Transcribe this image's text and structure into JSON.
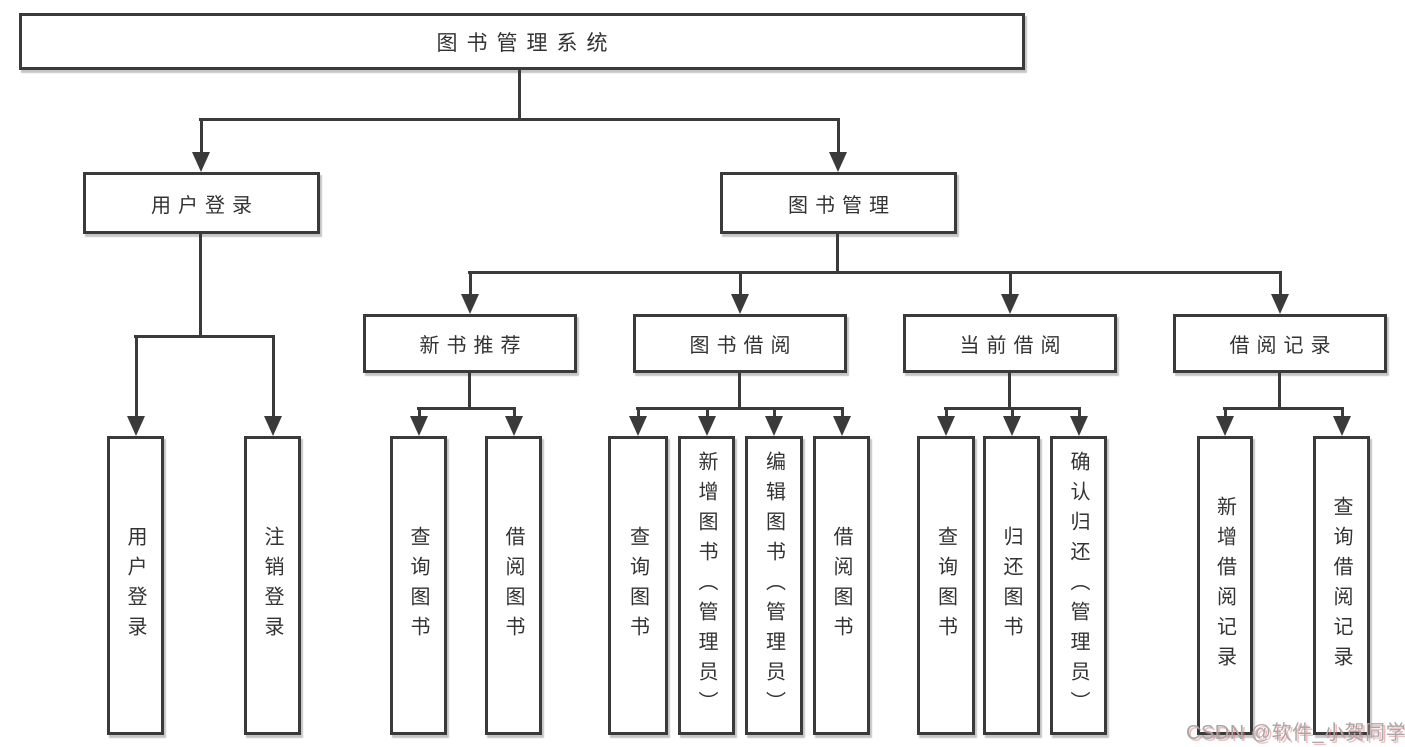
{
  "colors": {
    "line": "#3a3a3a",
    "text": "#333333",
    "bg": "#ffffff",
    "wm": "#a8a8a8"
  },
  "tree": {
    "label": "图书管理系统",
    "children": [
      {
        "label": "用户登录",
        "children": [
          {
            "label": "用户登录"
          },
          {
            "label": "注销登录"
          }
        ]
      },
      {
        "label": "图书管理",
        "children": [
          {
            "label": "新书推荐",
            "children": [
              {
                "label": "查询图书"
              },
              {
                "label": "借阅图书"
              }
            ]
          },
          {
            "label": "图书借阅",
            "children": [
              {
                "label": "查询图书"
              },
              {
                "label": "新增图书（管理员）"
              },
              {
                "label": "编辑图书（管理员）"
              },
              {
                "label": "借阅图书"
              }
            ]
          },
          {
            "label": "当前借阅",
            "children": [
              {
                "label": "查询图书"
              },
              {
                "label": "归还图书"
              },
              {
                "label": "确认归还（管理员）"
              }
            ]
          },
          {
            "label": "借阅记录",
            "children": [
              {
                "label": "新增借阅记录"
              },
              {
                "label": "查询借阅记录"
              }
            ]
          }
        ]
      }
    ]
  },
  "watermark": {
    "text": "CSDN @软件_小贺同学"
  }
}
